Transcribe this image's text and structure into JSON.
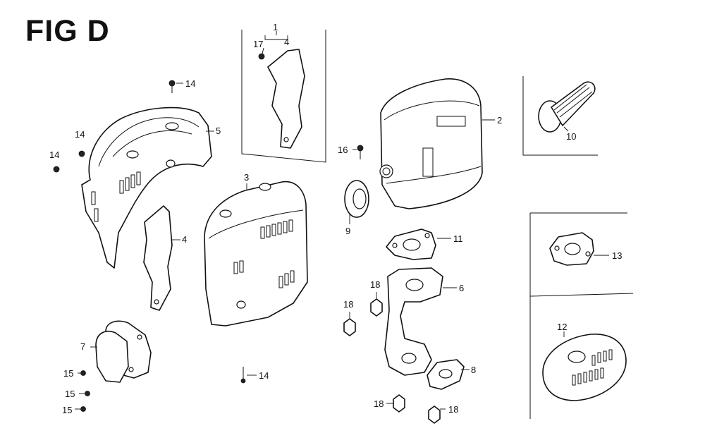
{
  "figure": {
    "title": "FIG D"
  },
  "callouts": [
    {
      "id": "c1",
      "number": "1"
    },
    {
      "id": "c2",
      "number": "2"
    },
    {
      "id": "c3",
      "number": "3"
    },
    {
      "id": "c4a",
      "number": "4"
    },
    {
      "id": "c4b",
      "number": "4"
    },
    {
      "id": "c5",
      "number": "5"
    },
    {
      "id": "c6",
      "number": "6"
    },
    {
      "id": "c7",
      "number": "7"
    },
    {
      "id": "c8",
      "number": "8"
    },
    {
      "id": "c9",
      "number": "9"
    },
    {
      "id": "c10",
      "number": "10"
    },
    {
      "id": "c11",
      "number": "11"
    },
    {
      "id": "c12",
      "number": "12"
    },
    {
      "id": "c13",
      "number": "13"
    },
    {
      "id": "c14a",
      "number": "14"
    },
    {
      "id": "c14b",
      "number": "14"
    },
    {
      "id": "c14c",
      "number": "14"
    },
    {
      "id": "c14d",
      "number": "14"
    },
    {
      "id": "c15a",
      "number": "15"
    },
    {
      "id": "c15b",
      "number": "15"
    },
    {
      "id": "c15c",
      "number": "15"
    },
    {
      "id": "c16",
      "number": "16"
    },
    {
      "id": "c17",
      "number": "17"
    },
    {
      "id": "c18a",
      "number": "18"
    },
    {
      "id": "c18b",
      "number": "18"
    },
    {
      "id": "c18c",
      "number": "18"
    },
    {
      "id": "c18d",
      "number": "18"
    }
  ]
}
